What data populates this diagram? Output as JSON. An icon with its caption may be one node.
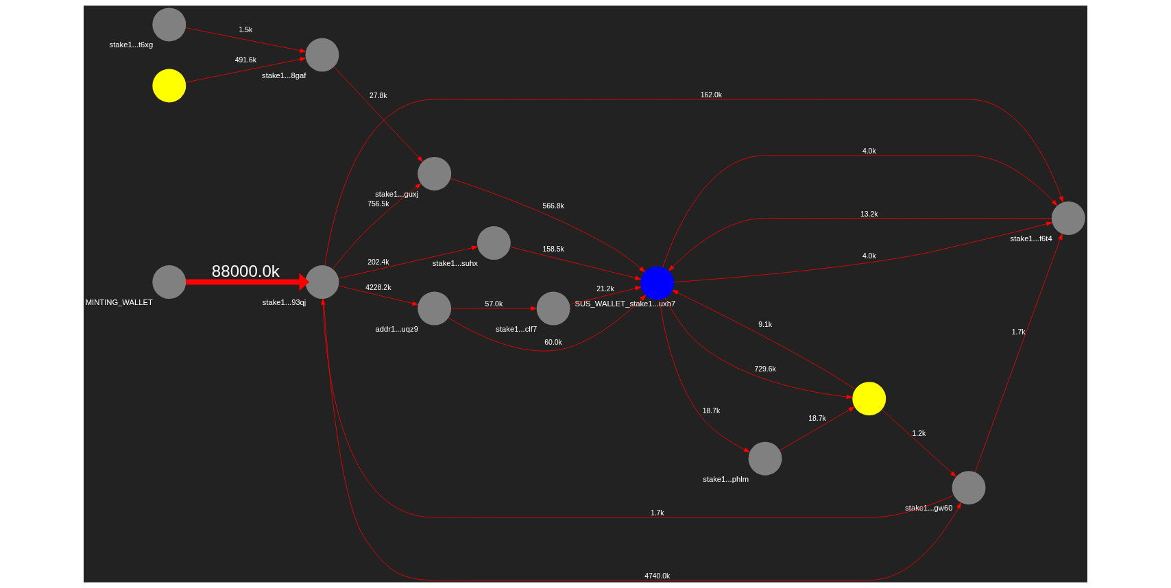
{
  "diagram": {
    "nodes": [
      {
        "text": [
          "MINTING_WALLET"
        ]
      },
      {
        "text": [
          "stake1...93qj"
        ]
      },
      {
        "text": [
          "addr1...uqz9"
        ]
      },
      {
        "text": [
          "stake1...clf7"
        ]
      },
      {
        "text": [
          "stake1...f6t4"
        ]
      },
      {
        "text": [
          "stake1...gw60"
        ]
      },
      {
        "text": [
          "stake1...suhx"
        ]
      },
      {
        "text": [
          "SUS_WALLET_stake1...uxh7"
        ]
      },
      {
        "text": [
          "stake1...phlm"
        ]
      },
      {
        "text": [
          "stake1...t6xg"
        ]
      },
      {
        "text": [
          "stake1...8gaf"
        ]
      },
      {
        "text": [],
        "shape": "circle"
      },
      {
        "text": [
          "stake1...guxj"
        ]
      },
      {
        "text": [],
        "shape": "circle"
      }
    ],
    "edges": [
      {
        "from": 0,
        "to": 1,
        "arrow": "to",
        "label": "88000.0k",
        "style": "thick"
      },
      {
        "from": 1,
        "to": 2,
        "arrow": "to",
        "label": "4228.2k"
      },
      {
        "from": 2,
        "to": 3,
        "arrow": "to",
        "label": "57.0k"
      },
      {
        "from": 2,
        "to": 7,
        "arrow": "to",
        "label": "60.0k"
      },
      {
        "from": 3,
        "to": 7,
        "arrow": "to",
        "label": "21.2k"
      },
      {
        "from": 1,
        "to": 4,
        "arrow": "to",
        "label": "162.0k"
      },
      {
        "from": 5,
        "to": 4,
        "arrow": "to",
        "label": "1.7k"
      },
      {
        "from": 1,
        "to": 5,
        "arrow": "to",
        "label": "4740.0k"
      },
      {
        "from": 5,
        "to": 1,
        "arrow": "to",
        "label": "1.7k"
      },
      {
        "from": 1,
        "to": 6,
        "arrow": "to",
        "label": "202.4k"
      },
      {
        "from": 1,
        "to": 12,
        "arrow": "to",
        "label": "756.5k"
      },
      {
        "from": 6,
        "to": 7,
        "arrow": "to",
        "label": "158.5k"
      },
      {
        "from": 12,
        "to": 7,
        "arrow": "to",
        "label": "566.8k"
      },
      {
        "from": 4,
        "to": 7,
        "arrow": "to",
        "label": "13.2k"
      },
      {
        "from": 7,
        "to": 4,
        "arrow": "to",
        "label": "4.0k"
      },
      {
        "from": 7,
        "to": 4,
        "arrow": "to",
        "label": "4.0k"
      },
      {
        "from": 7,
        "to": 8,
        "arrow": "to",
        "label": "18.7k"
      },
      {
        "from": 8,
        "to": 13,
        "arrow": "to",
        "label": "18.7k"
      },
      {
        "from": 13,
        "to": 5,
        "arrow": "to",
        "label": "1.2k"
      },
      {
        "from": 7,
        "to": 13,
        "arrow": "to",
        "label": "729.6k"
      },
      {
        "from": 13,
        "to": 7,
        "arrow": "to",
        "label": "9.1k"
      },
      {
        "from": 9,
        "to": 10,
        "arrow": "to",
        "label": "1.5k"
      },
      {
        "from": 11,
        "to": 10,
        "arrow": "to",
        "label": "491.6k"
      },
      {
        "from": 10,
        "to": 12,
        "arrow": "to",
        "label": "27.8k"
      }
    ]
  }
}
